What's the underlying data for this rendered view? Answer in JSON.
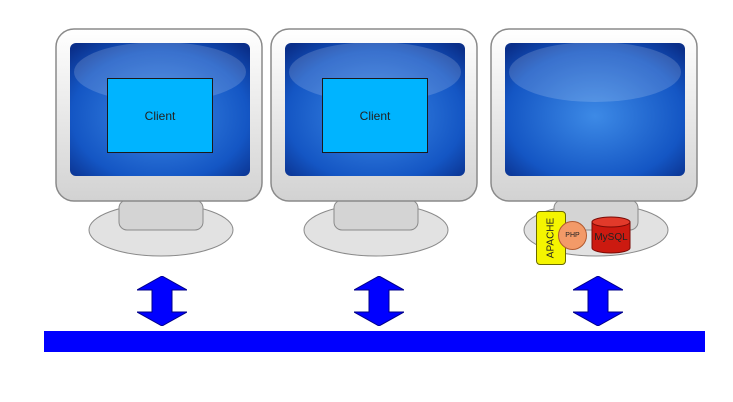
{
  "clients": [
    {
      "label": "Client"
    },
    {
      "label": "Client"
    }
  ],
  "server_stack": {
    "apache": "APACHE",
    "php": "PHP",
    "mysql": "MySQL"
  },
  "colors": {
    "network": "#0000ff",
    "client_box": "#00b4ff",
    "arrow": "#0000ff",
    "apache": "#f5f500",
    "php": "#f39a68",
    "mysql": "#cc1a10"
  }
}
